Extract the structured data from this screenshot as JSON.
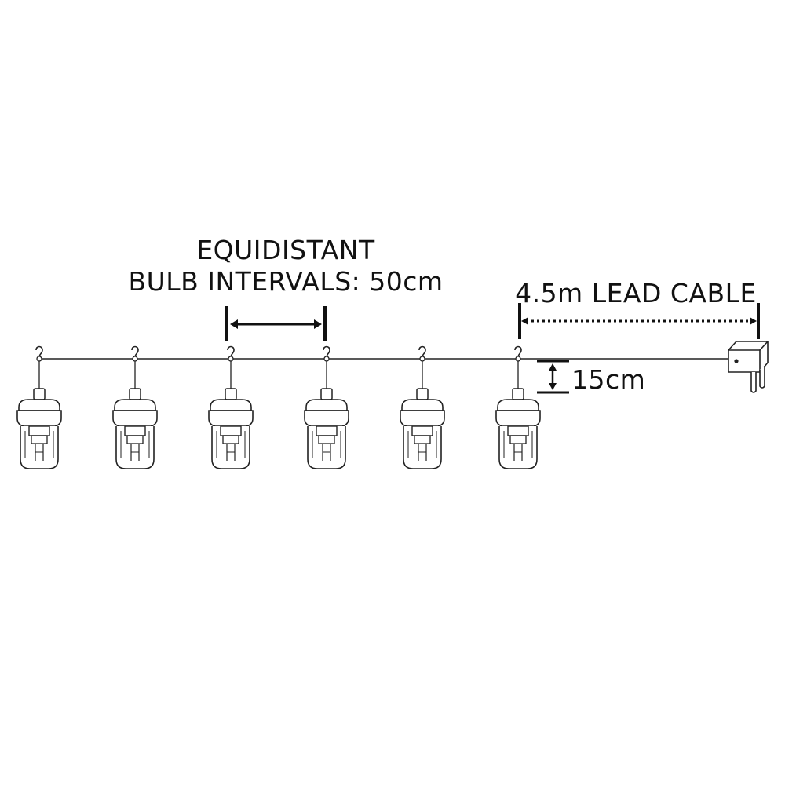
{
  "labels": {
    "interval_line1": "EQUIDISTANT",
    "interval_line2": "BULB INTERVALS: 50cm",
    "lead_cable": "4.5m LEAD CABLE",
    "drop": "15cm"
  },
  "bulbs": {
    "count": 6
  },
  "colors": {
    "line": "#222222",
    "text": "#111111",
    "background": "#ffffff"
  }
}
